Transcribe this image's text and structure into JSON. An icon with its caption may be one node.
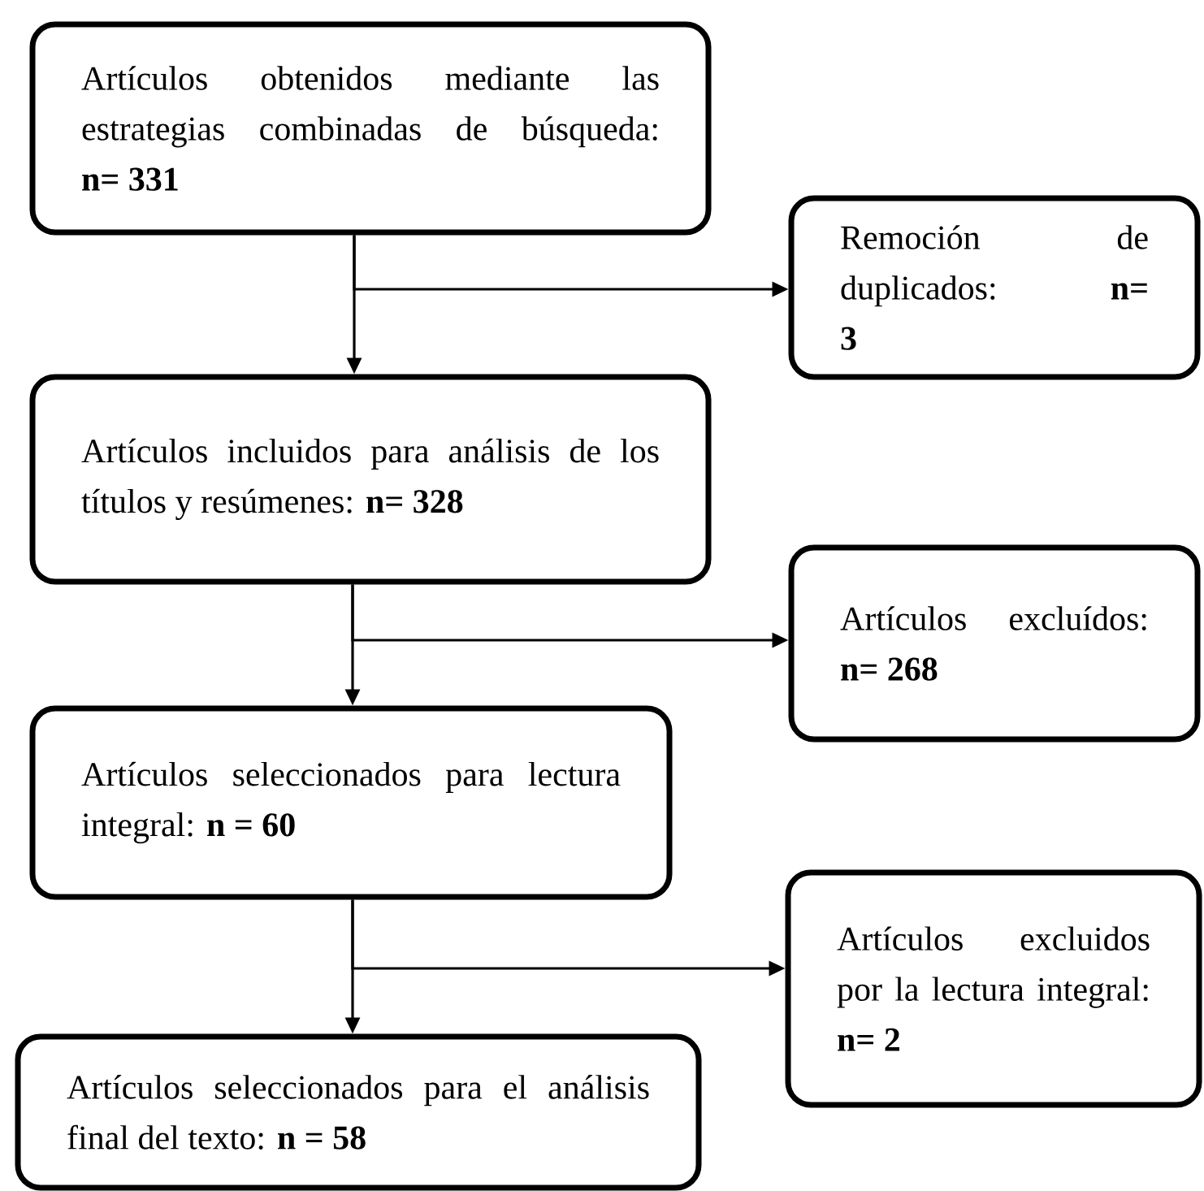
{
  "diagram": {
    "nodes": [
      {
        "text": [
          "Artículos obtenidos mediante las estrategias combinadas de búsqueda: **n= 331**"
        ]
      },
      {
        "text": [
          "Remoción de duplicados: **n= 3**"
        ]
      },
      {
        "text": [
          "Artículos incluidos para análisis de los títulos y resúmenes: **n= 328**"
        ]
      },
      {
        "text": [
          "Artículos excluídos: **n= 268**"
        ]
      },
      {
        "text": [
          "Artículos seleccionados para lectura integral: **n = 60**"
        ]
      },
      {
        "text": [
          "Artículos excluidos por la lectura integral: **n= 2**"
        ]
      },
      {
        "text": [
          "Artículos seleccionados para el análisis final del texto: **n = 58**"
        ]
      }
    ],
    "edges": [
      {
        "from": 0,
        "to": 2,
        "arrow": "to"
      },
      {
        "from": 0,
        "to": 1,
        "arrow": "to"
      },
      {
        "from": 2,
        "to": 4,
        "arrow": "to"
      },
      {
        "from": 2,
        "to": 3,
        "arrow": "to"
      },
      {
        "from": 4,
        "to": 6,
        "arrow": "to"
      },
      {
        "from": 4,
        "to": 5,
        "arrow": "to"
      }
    ]
  }
}
